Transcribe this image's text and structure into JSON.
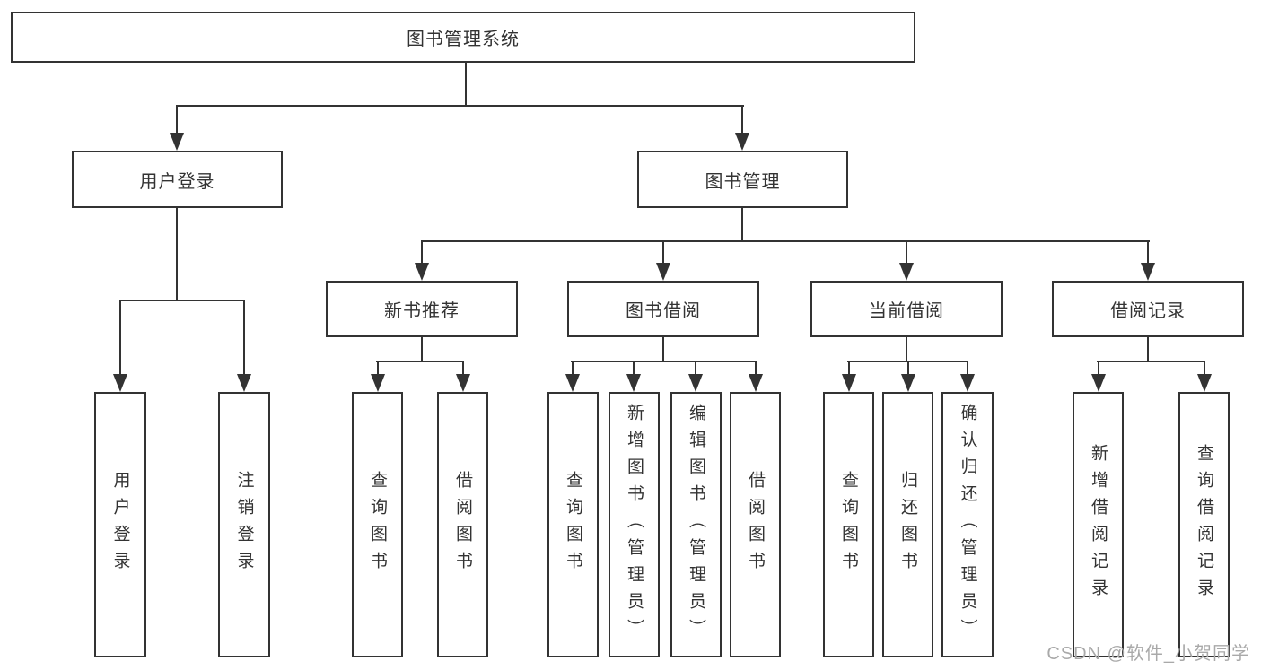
{
  "diagram": {
    "root": {
      "label": "图书管理系统"
    },
    "login": {
      "label": "用户登录",
      "children": [
        {
          "label": "用户登录"
        },
        {
          "label": "注销登录"
        }
      ]
    },
    "management": {
      "label": "图书管理",
      "sections": [
        {
          "label": "新书推荐",
          "children": [
            {
              "label": "查询图书"
            },
            {
              "label": "借阅图书"
            }
          ]
        },
        {
          "label": "图书借阅",
          "children": [
            {
              "label": "查询图书"
            },
            {
              "label": "新增图书（管理员）"
            },
            {
              "label": "编辑图书（管理员）"
            },
            {
              "label": "借阅图书"
            }
          ]
        },
        {
          "label": "当前借阅",
          "children": [
            {
              "label": "查询图书"
            },
            {
              "label": "归还图书"
            },
            {
              "label": "确认归还（管理员）"
            }
          ]
        },
        {
          "label": "借阅记录",
          "children": [
            {
              "label": "新增借阅记录"
            },
            {
              "label": "查询借阅记录"
            }
          ]
        }
      ]
    }
  },
  "watermark": {
    "text": "CSDN @软件_小贺同学"
  },
  "colors": {
    "line": "#333333",
    "text": "#333333",
    "background": "#ffffff",
    "watermark": "#a9a9a9"
  }
}
